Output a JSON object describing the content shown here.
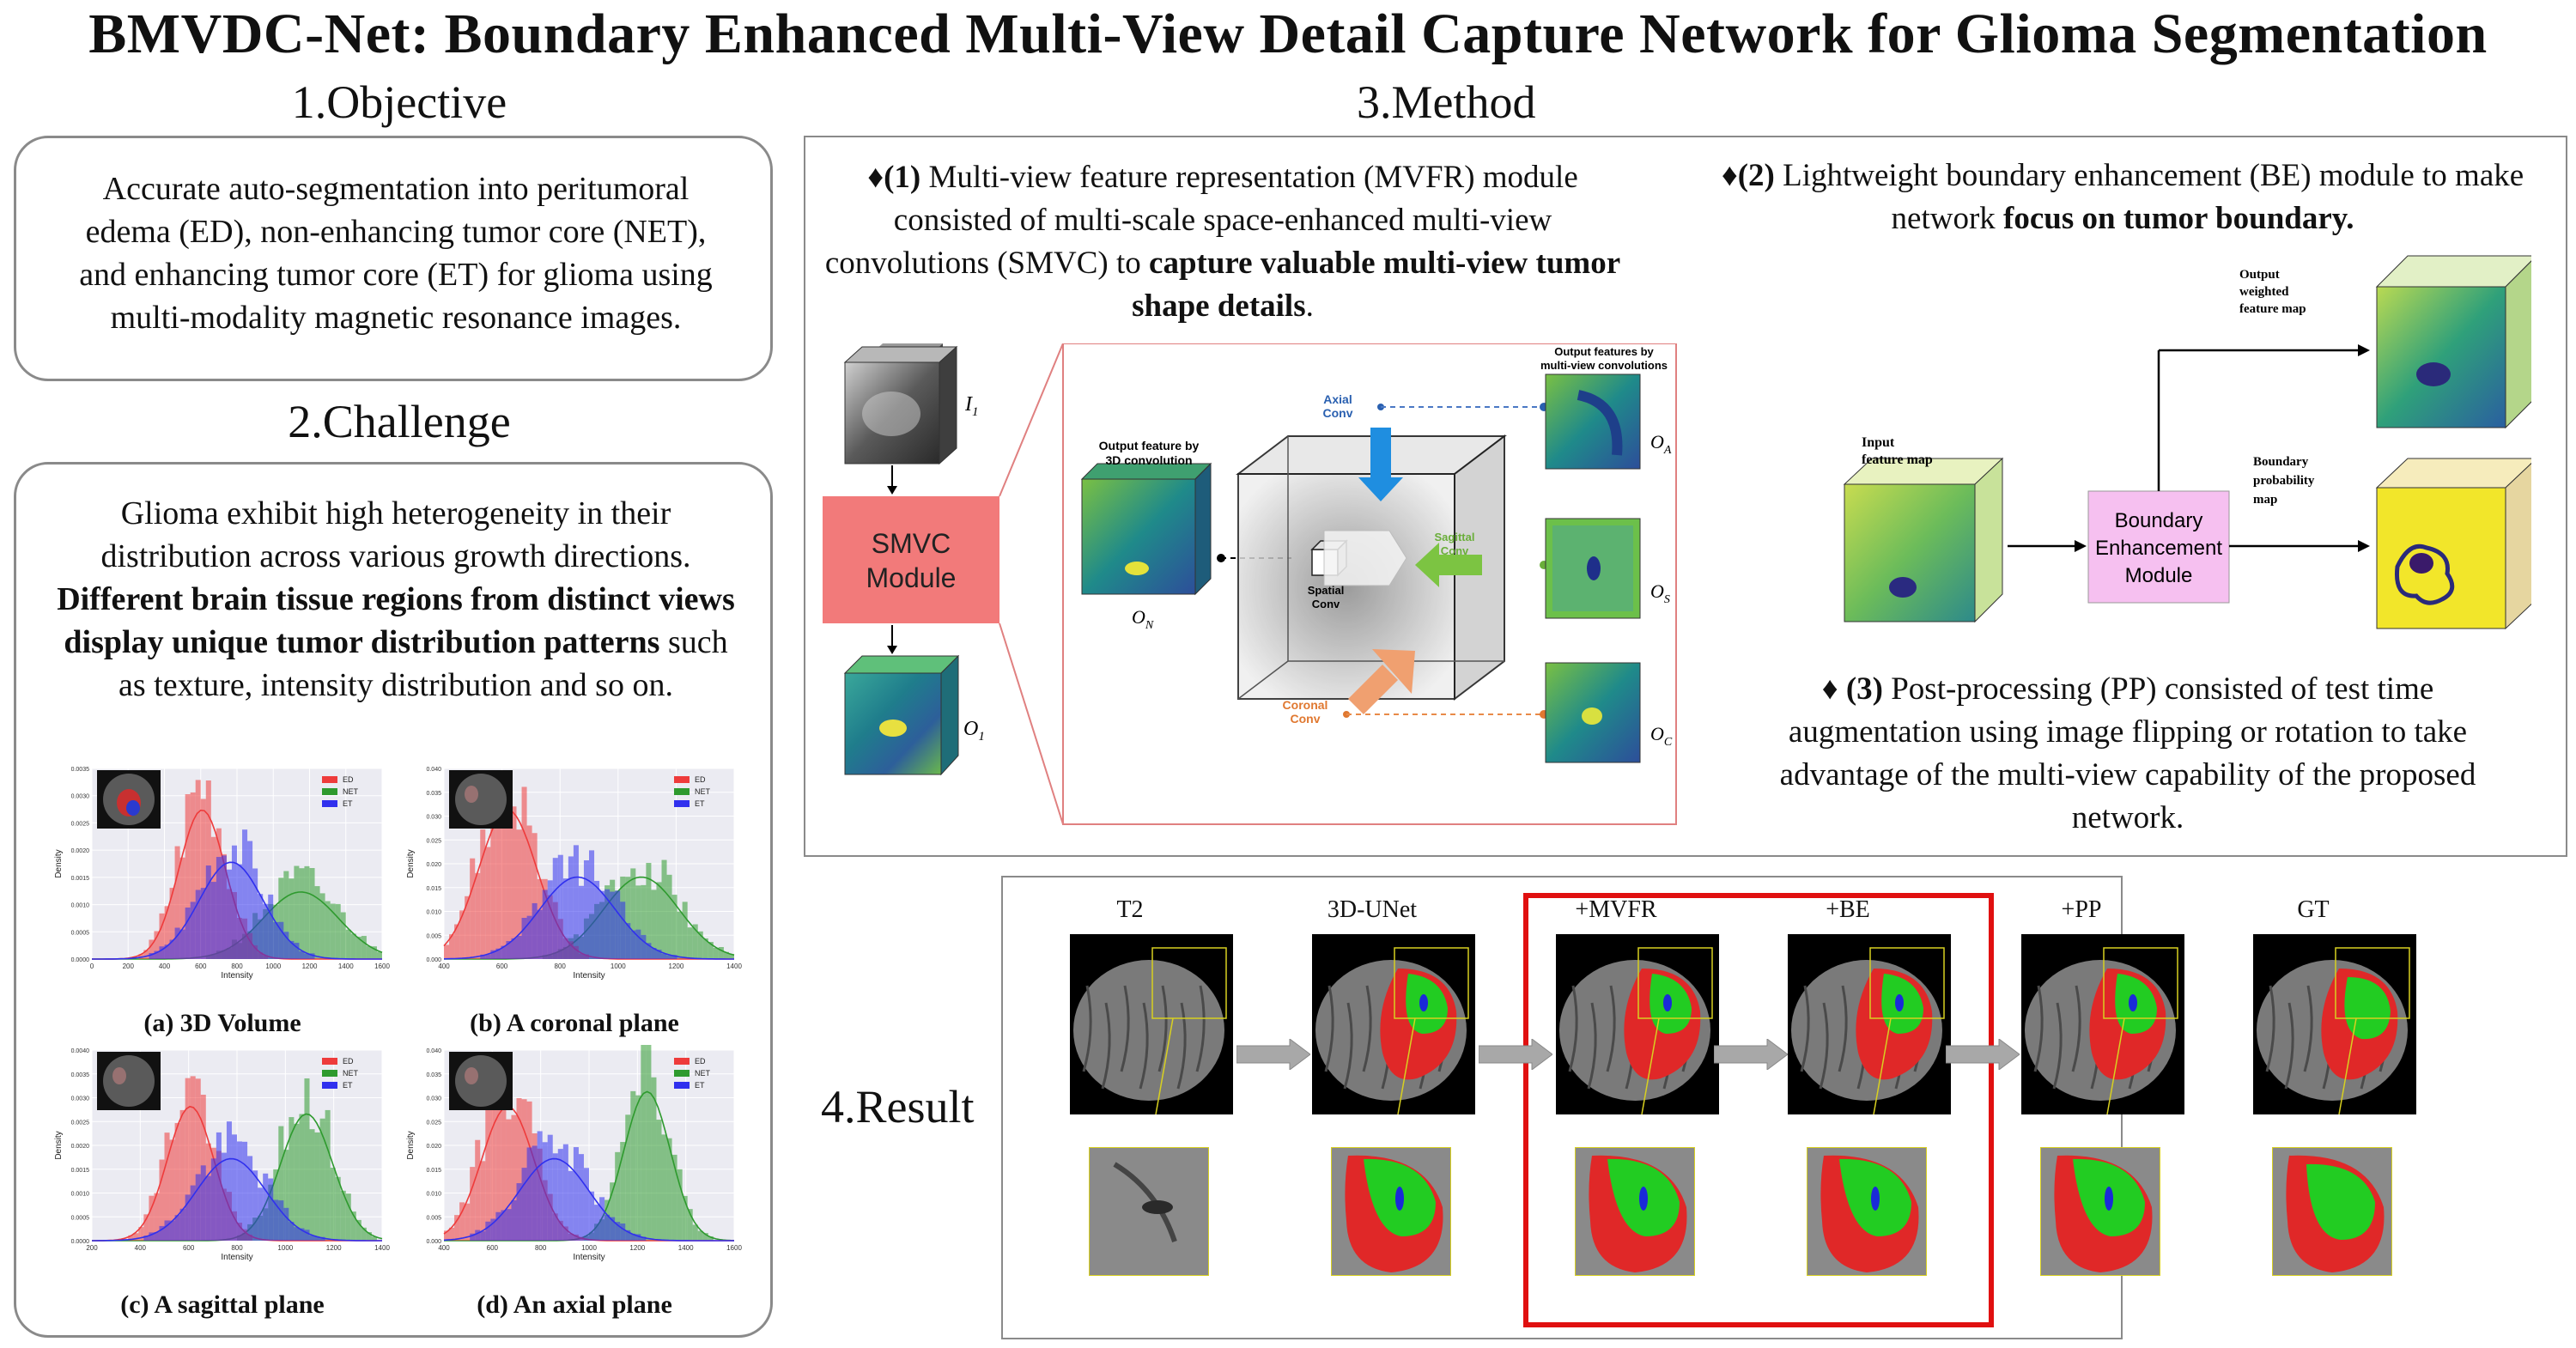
{
  "title": "BMVDC-Net: Boundary Enhanced Multi-View Detail Capture Network for Glioma Segmentation",
  "objective": {
    "heading": "1.Objective",
    "text": "Accurate auto-segmentation into peritumoral edema (ED), non-enhancing tumor core (NET), and enhancing tumor core (ET)  for glioma using multi-modality magnetic resonance images."
  },
  "challenge": {
    "heading": "2.Challenge",
    "text_plain_1": "Glioma exhibit high heterogeneity in their distribution across various growth directions.",
    "text_bold": "Different brain tissue regions from distinct views display unique tumor distribution patterns",
    "text_plain_2": "such as texture, intensity distribution and so on.",
    "charts": [
      {
        "caption": "(a) 3D Volume",
        "ylabel": "Density",
        "xlabel": "Intensity",
        "xticks": [
          "0",
          "200",
          "400",
          "600",
          "800",
          "1000",
          "1200",
          "1400",
          "1600"
        ],
        "yticks": [
          "0.0000",
          "0.0005",
          "0.0010",
          "0.0015",
          "0.0020",
          "0.0025",
          "0.0030",
          "0.0035"
        ]
      },
      {
        "caption": "(b) A coronal plane",
        "ylabel": "Density",
        "xlabel": "Intensity",
        "xticks": [
          "400",
          "600",
          "800",
          "1000",
          "1200",
          "1400"
        ],
        "yticks": [
          "0.000",
          "0.005",
          "0.010",
          "0.015",
          "0.020",
          "0.025",
          "0.030",
          "0.035",
          "0.040"
        ]
      },
      {
        "caption": "(c) A sagittal plane",
        "ylabel": "Density",
        "xlabel": "Intensity",
        "xticks": [
          "200",
          "400",
          "600",
          "800",
          "1000",
          "1200",
          "1400"
        ],
        "yticks": [
          "0.0000",
          "0.0005",
          "0.0010",
          "0.0015",
          "0.0020",
          "0.0025",
          "0.0030",
          "0.0035",
          "0.0040"
        ]
      },
      {
        "caption": "(d) An axial plane",
        "ylabel": "Density",
        "xlabel": "Intensity",
        "xticks": [
          "400",
          "600",
          "800",
          "1000",
          "1200",
          "1400",
          "1600"
        ],
        "yticks": [
          "0.000",
          "0.005",
          "0.010",
          "0.015",
          "0.020",
          "0.025",
          "0.030",
          "0.035",
          "0.040"
        ]
      }
    ],
    "legend": [
      "ED",
      "NET",
      "ET"
    ],
    "colors": {
      "ED": "#ee3b3b",
      "NET": "#2e9a2e",
      "ET": "#3030ee"
    }
  },
  "method": {
    "heading": "3.Method",
    "mvfr_num": "♦(1)",
    "mvfr_plain_1": " Multi-view feature representation (MVFR) module consisted of multi-scale space-enhanced multi-view convolutions (SMVC) to ",
    "mvfr_bold": "capture valuable multi-view tumor shape details",
    "mvfr_plain_2": ".",
    "be_num": "♦(2)",
    "be_plain": " Lightweight boundary enhancement (BE) module to make network ",
    "be_bold": "focus on tumor boundary.",
    "pp_num": "♦ (3)",
    "pp_plain": " Post-processing (PP) consisted of test time augmentation using image flipping or rotation to take advantage of the multi-view capability of the proposed network.",
    "smvc": {
      "module_label": "SMVC Module",
      "i1": "I",
      "i1_sub": "1",
      "o1": "O",
      "o1_sub": "1",
      "on": "O",
      "on_sub": "N",
      "oa": "O",
      "oa_sub": "A",
      "os": "O",
      "os_sub": "S",
      "oc": "O",
      "oc_sub": "C",
      "out3d": "Output feature by 3D convolution",
      "outmv": "Output features by multi-view convolutions",
      "axial": "Axial Conv",
      "sagittal": "Sagittal Conv",
      "coronal": "Coronal Conv",
      "spatial": "Spatial Conv"
    },
    "be_diagram": {
      "input": "Input feature map",
      "module": "Boundary Enhancement Module",
      "out_weighted": "Output weighted feature map",
      "boundary_map": "Boundary probability map"
    }
  },
  "result": {
    "heading": "4.Result",
    "columns": [
      "T2",
      "3D-UNet",
      "+MVFR",
      "+BE",
      "+PP",
      "GT"
    ],
    "colors": {
      "highlight": "#e01010",
      "tumor_red": "#e02828",
      "tumor_green": "#22cc22",
      "tumor_blue": "#1a2ad8",
      "zoom_box": "#d8d020"
    }
  }
}
